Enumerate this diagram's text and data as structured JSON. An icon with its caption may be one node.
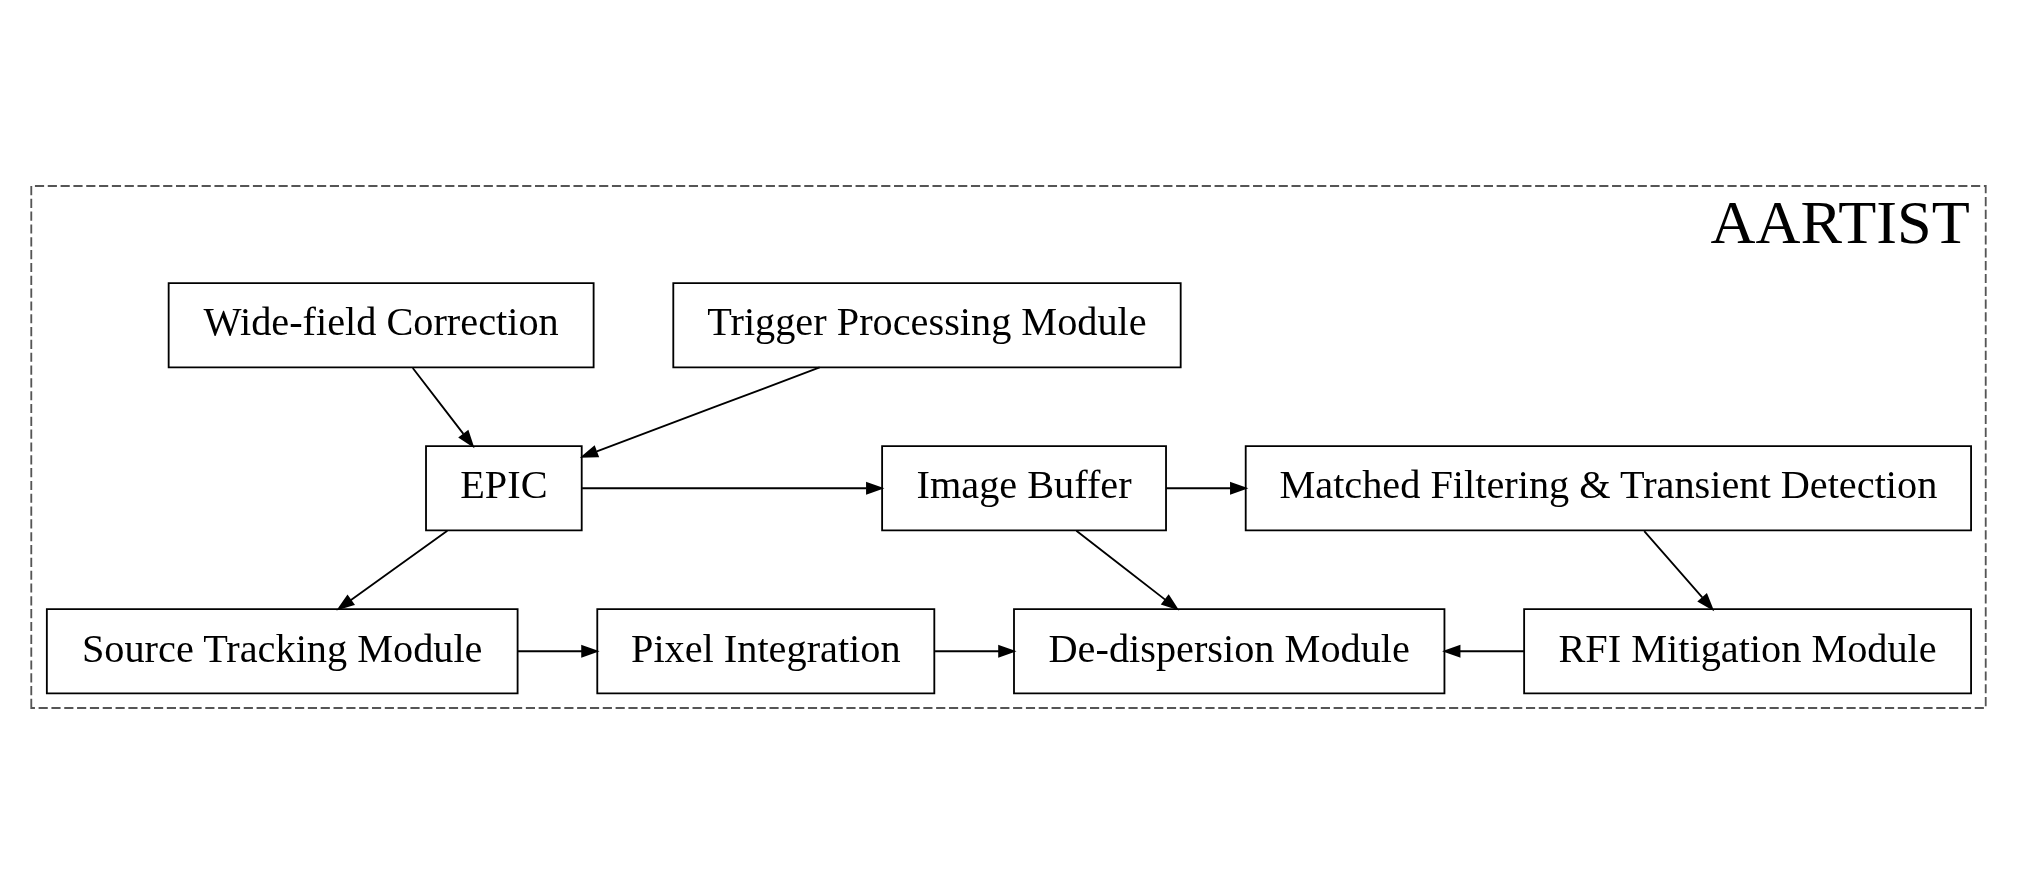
{
  "diagram": {
    "nodes": [
      {
        "text": [
          "AARTIST"
        ]
      },
      {
        "text": [
          "Trigger Processing Module"
        ],
        "in": 0
      },
      {
        "text": [
          "Wide-field Correction"
        ],
        "in": 0
      },
      {
        "text": [
          "EPIC"
        ],
        "in": 0
      },
      {
        "text": [
          "Image Buffer"
        ],
        "in": 0
      },
      {
        "text": [
          "Matched Filtering & Transient Detection"
        ],
        "in": 0
      },
      {
        "text": [
          "Source Tracking Module"
        ],
        "in": 0
      },
      {
        "text": [
          "Pixel Integration"
        ],
        "in": 0
      },
      {
        "text": [
          "De-dispersion Module"
        ],
        "in": 0
      },
      {
        "text": [
          "RFI Mitigation Module"
        ],
        "in": 0
      }
    ],
    "edges": [
      {
        "from": 1,
        "to": 3,
        "arrow": "to"
      },
      {
        "from": 2,
        "to": 3,
        "arrow": "to"
      },
      {
        "from": 3,
        "to": 4,
        "arrow": "to"
      },
      {
        "from": 4,
        "to": 5,
        "arrow": "to"
      },
      {
        "from": 3,
        "to": 6,
        "arrow": "to"
      },
      {
        "from": 4,
        "to": 8,
        "arrow": "to"
      },
      {
        "from": 5,
        "to": 9,
        "arrow": "to"
      },
      {
        "from": 6,
        "to": 7,
        "arrow": "to"
      },
      {
        "from": 7,
        "to": 8,
        "arrow": "to"
      },
      {
        "from": 9,
        "to": 8,
        "arrow": "to"
      }
    ]
  }
}
